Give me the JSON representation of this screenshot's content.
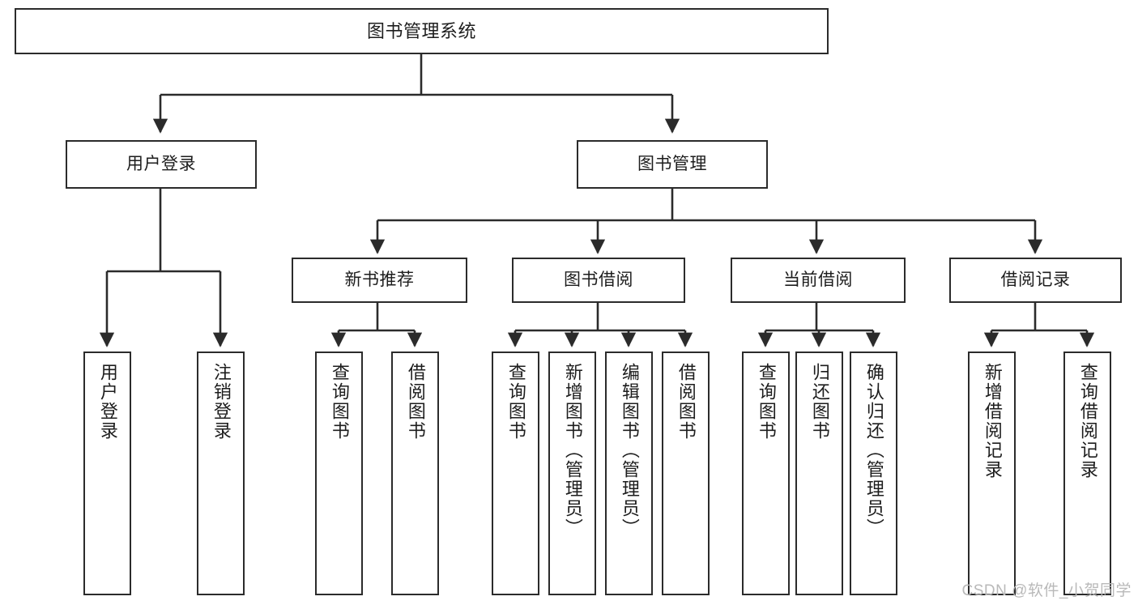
{
  "diagram": {
    "title": "图书管理系统",
    "type": "tree",
    "orientation": "top-down",
    "watermark": "CSDN @软件_小贺同学",
    "colors": {
      "box_border": "#2b2b2b",
      "box_fill": "#ffffff",
      "edge": "#2b2b2b",
      "text": "#1d1d1d",
      "watermark": "#b9b9b9"
    },
    "nodes": {
      "root": {
        "label": "图书管理系统"
      },
      "level1": [
        {
          "label": "用户登录"
        },
        {
          "label": "图书管理"
        }
      ],
      "level2": [
        {
          "label": "新书推荐"
        },
        {
          "label": "图书借阅"
        },
        {
          "label": "当前借阅"
        },
        {
          "label": "借阅记录"
        }
      ],
      "leaves": {
        "user_login": [
          {
            "label": "用户登录"
          },
          {
            "label": "注销登录"
          }
        ],
        "new_book_recommend": [
          {
            "label": "查询图书"
          },
          {
            "label": "借阅图书"
          }
        ],
        "book_borrow": [
          {
            "label": "查询图书"
          },
          {
            "label": "新增图书（管理员）"
          },
          {
            "label": "编辑图书（管理员）"
          },
          {
            "label": "借阅图书"
          }
        ],
        "current_borrow": [
          {
            "label": "查询图书"
          },
          {
            "label": "归还图书"
          },
          {
            "label": "确认归还（管理员）"
          }
        ],
        "borrow_record": [
          {
            "label": "新增借阅记录"
          },
          {
            "label": "查询借阅记录"
          }
        ]
      }
    }
  }
}
